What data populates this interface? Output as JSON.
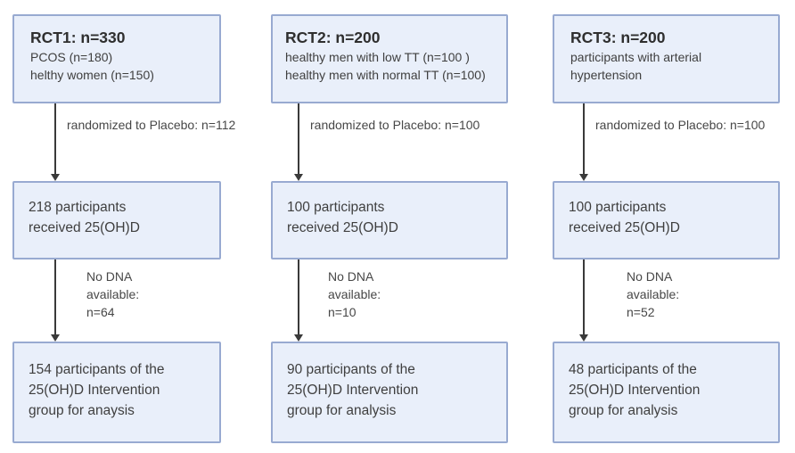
{
  "colors": {
    "box_fill": "#e9effa",
    "box_border": "#98aad1",
    "arrow": "#3a3a3a",
    "text": "#3f3f3f"
  },
  "columns": [
    {
      "enrollment": {
        "title": "RCT1: n=330",
        "lines": [
          "PCOS (n=180)",
          "helthy women (n=150)"
        ]
      },
      "randomization_label": "randomized to Placebo: n=112",
      "received": [
        "218 participants",
        "received 25(OH)D"
      ],
      "exclusion": [
        "No DNA",
        "available:",
        "n=64"
      ],
      "analysis": [
        "154 participants of the",
        "25(OH)D Intervention",
        "group for anaysis"
      ]
    },
    {
      "enrollment": {
        "title": "RCT2: n=200",
        "lines": [
          "healthy men with low TT (n=100 )",
          "healthy men with normal TT (n=100)"
        ]
      },
      "randomization_label": "randomized to Placebo: n=100",
      "received": [
        "100 participants",
        "received 25(OH)D"
      ],
      "exclusion": [
        "No DNA",
        "available:",
        "n=10"
      ],
      "analysis": [
        "90 participants of the",
        "25(OH)D Intervention",
        "group for analysis"
      ]
    },
    {
      "enrollment": {
        "title": "RCT3: n=200",
        "lines": [
          "participants with arterial",
          "hypertension"
        ]
      },
      "randomization_label": "randomized to Placebo: n=100",
      "received": [
        "100 participants",
        "received 25(OH)D"
      ],
      "exclusion": [
        "No DNA",
        "available:",
        "n=52"
      ],
      "analysis": [
        "48 participants of the",
        "25(OH)D Intervention",
        "group for analysis"
      ]
    }
  ]
}
